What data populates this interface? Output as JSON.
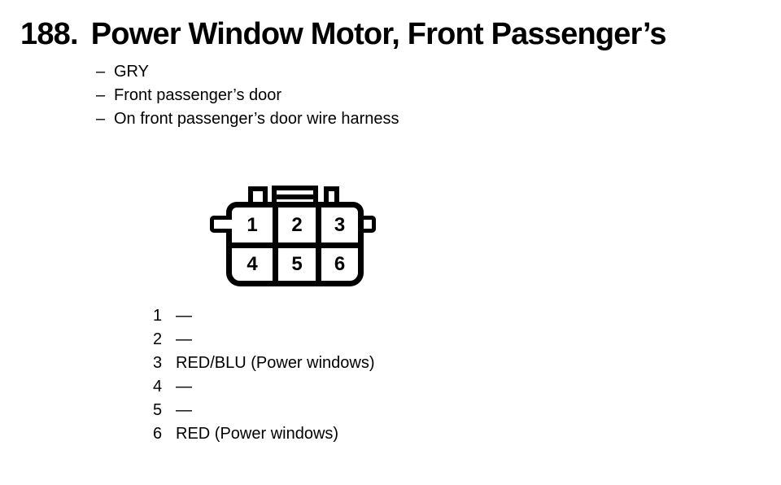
{
  "document": {
    "item_number": "188.",
    "title": "Power Window Motor, Front Passenger’s",
    "bullet_char": "–",
    "details": [
      "GRY",
      "Front passenger’s door",
      "On front passenger’s door wire harness"
    ],
    "connector": {
      "pin_rows": [
        [
          "1",
          "2",
          "3"
        ],
        [
          "4",
          "5",
          "6"
        ]
      ]
    },
    "pinout": [
      {
        "pin": "1",
        "wire": "—"
      },
      {
        "pin": "2",
        "wire": "—"
      },
      {
        "pin": "3",
        "wire": "RED/BLU (Power windows)"
      },
      {
        "pin": "4",
        "wire": "—"
      },
      {
        "pin": "5",
        "wire": "—"
      },
      {
        "pin": "6",
        "wire": "RED (Power windows)"
      }
    ],
    "colors": {
      "ink": "#000000",
      "paper": "#ffffff"
    }
  }
}
